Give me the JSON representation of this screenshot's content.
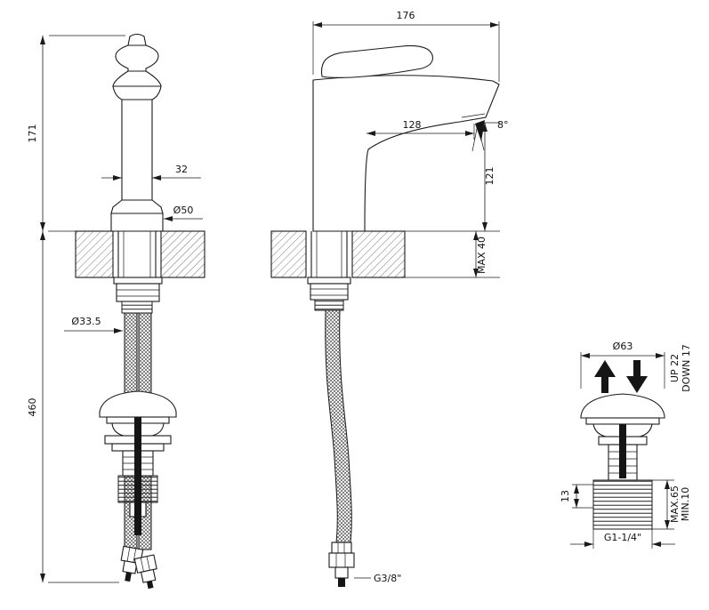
{
  "colors": {
    "line": "#1a1a1a",
    "background": "#ffffff",
    "solid_fill": "#151515"
  },
  "front_view": {
    "dims": {
      "spout_height": "171",
      "total_height": "460",
      "body_width": "32",
      "base_diameter": "Ø50",
      "shank_diameter": "Ø33.5"
    }
  },
  "side_view": {
    "dims": {
      "overall_depth": "176",
      "spout_reach": "128",
      "stream_angle": "8°",
      "spout_to_deck": "121",
      "max_deck": "MAX 40",
      "hose_thread": "G3/8\""
    }
  },
  "waste_view": {
    "dims": {
      "cap_diameter": "Ø63",
      "up_stroke": "UP 22",
      "down_stroke": "DOWN 17",
      "collar_height": "13",
      "max_thickness": "MAX.65",
      "min_thickness": "MIN.10",
      "waste_thread": "G1-1/4\""
    }
  }
}
